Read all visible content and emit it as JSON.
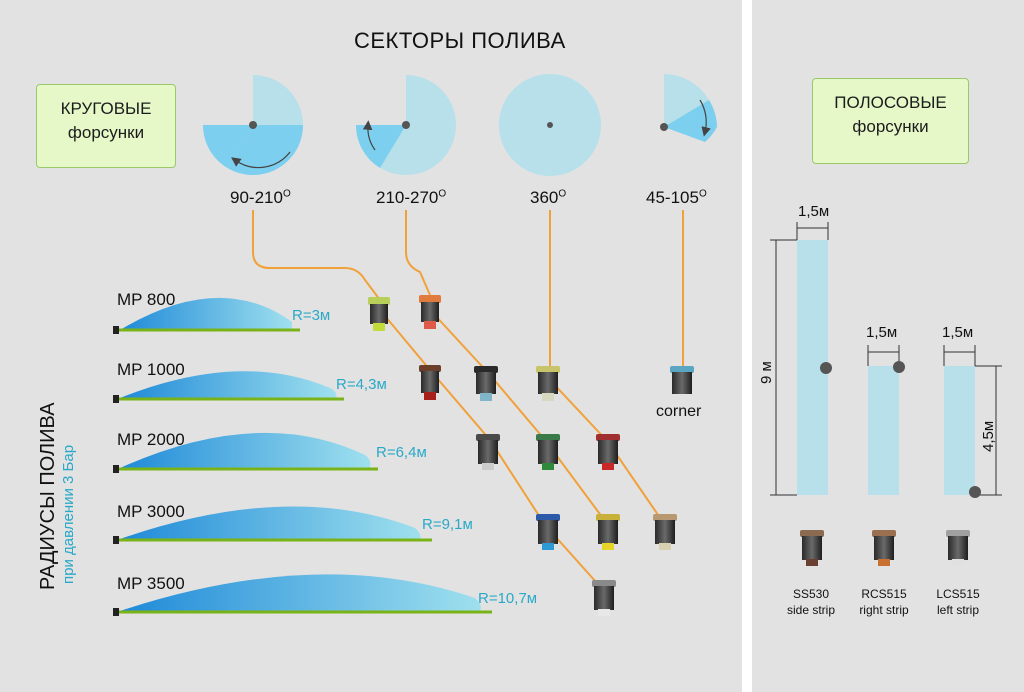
{
  "title": "СЕКТОРЫ ПОЛИВА",
  "round_box": {
    "line1": "КРУГОВЫЕ",
    "line2": "форсунки"
  },
  "strip_box": {
    "line1": "ПОЛОСОВЫЕ",
    "line2": "форсунки"
  },
  "sectors": [
    {
      "label": "90-210",
      "unit": "O"
    },
    {
      "label": "210-270",
      "unit": "O"
    },
    {
      "label": "360",
      "unit": "O"
    },
    {
      "label": "45-105",
      "unit": "O"
    }
  ],
  "radius_axis": {
    "title": "РАДИУСЫ ПОЛИВА",
    "subtitle": "при давлении 3 Бар"
  },
  "models": [
    {
      "name": "MP 800",
      "radius": "R=3м"
    },
    {
      "name": "MP 1000",
      "radius": "R=4,3м"
    },
    {
      "name": "MP 2000",
      "radius": "R=6,4м"
    },
    {
      "name": "MP 3000",
      "radius": "R=9,1м"
    },
    {
      "name": "MP 3500",
      "radius": "R=10,7м"
    }
  ],
  "corner_label": "corner",
  "strips": {
    "width_label": "1,5м",
    "length_label": "9 м",
    "short_length_label": "4,5м",
    "items": [
      {
        "code": "SS530",
        "desc": "side strip"
      },
      {
        "code": "RCS515",
        "desc": "right strip"
      },
      {
        "code": "LCS515",
        "desc": "left strip"
      }
    ]
  },
  "colors": {
    "panel": "#e2e2e2",
    "sector_light": "#b7e0ea",
    "sector_strong": "#7ccfee",
    "connector": "#f0a13a",
    "ground": "#7ab317",
    "radius_text": "#2aa9c8",
    "box_fill": "#e6f7c8"
  }
}
